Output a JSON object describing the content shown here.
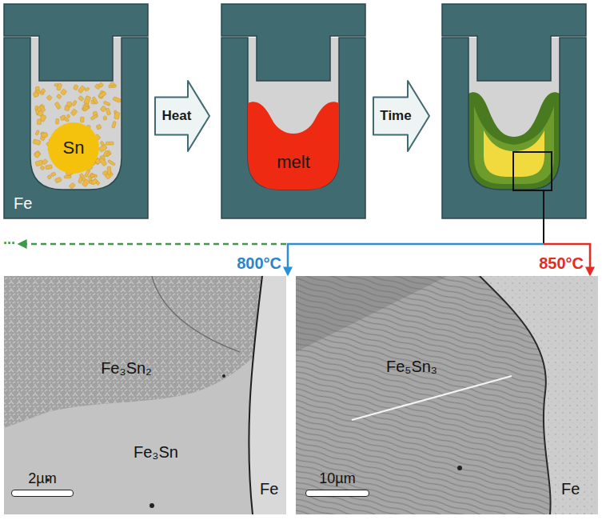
{
  "diagram": {
    "nodes": [
      {
        "text": [
          "Fe"
        ]
      },
      {
        "text": [
          "Sn"
        ],
        "in": 0
      },
      {
        "text": [
          "Heat"
        ]
      },
      {
        "text": [
          "melt"
        ]
      },
      {
        "text": [
          "Time"
        ]
      },
      {
        "text": [
          "Fe₃Sn₂",
          "Fe₃Sn",
          "Fe"
        ]
      },
      {
        "text": [
          "2µm"
        ],
        "in": 5
      },
      {
        "text": [
          "Fe₅Sn₃",
          "Fe"
        ]
      },
      {
        "text": [
          "10µm"
        ],
        "in": 7
      }
    ],
    "labels": [
      "...",
      "800°C",
      "850°C"
    ]
  }
}
